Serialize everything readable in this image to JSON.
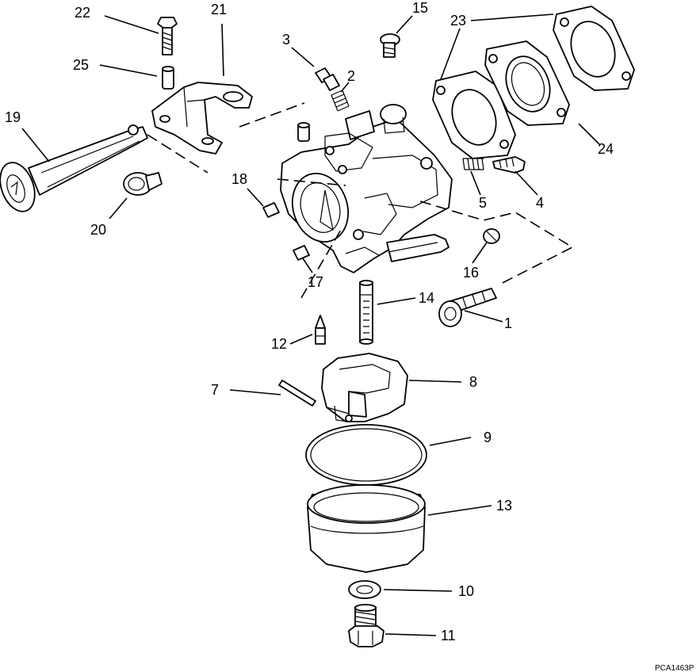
{
  "labels": {
    "p1": "1",
    "p2": "2",
    "p3": "3",
    "p4": "4",
    "p5": "5",
    "p7": "7",
    "p8": "8",
    "p9": "9",
    "p10": "10",
    "p11": "11",
    "p12": "12",
    "p13": "13",
    "p14": "14",
    "p15": "15",
    "p16": "16",
    "p17": "17",
    "p18": "18",
    "p19": "19",
    "p20": "20",
    "p21": "21",
    "p22": "22",
    "p23": "23",
    "p24": "24",
    "p25": "25"
  },
  "figure_code": "PCA1463P"
}
